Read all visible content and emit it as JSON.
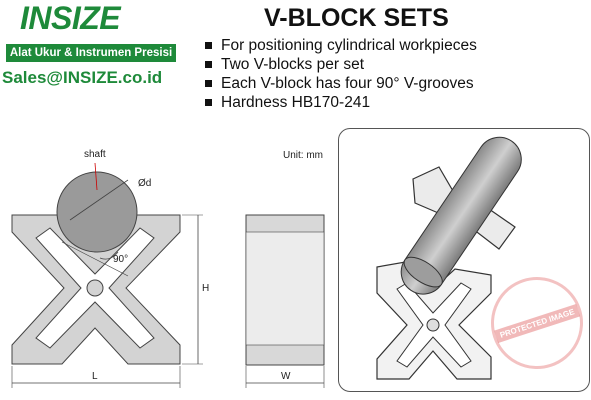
{
  "brand": {
    "name": "INSIZE",
    "tagline": "Alat Ukur & Instrumen Presisi",
    "email": "Sales@INSIZE.co.id",
    "color": "#1e8a3a"
  },
  "title": "V-BLOCK SETS",
  "features": [
    "For positioning cylindrical workpieces",
    "Two V-blocks per set",
    "Each V-block has four 90° V-grooves",
    "Hardness HB170-241"
  ],
  "drawing": {
    "shaft_label": "shaft",
    "diameter_label": "Ød",
    "angle_label": "90°",
    "height_label": "H",
    "length_label": "L",
    "width_label": "W",
    "unit_label": "Unit: mm"
  },
  "watermark": {
    "text": "PROTECTED IMAGE"
  }
}
